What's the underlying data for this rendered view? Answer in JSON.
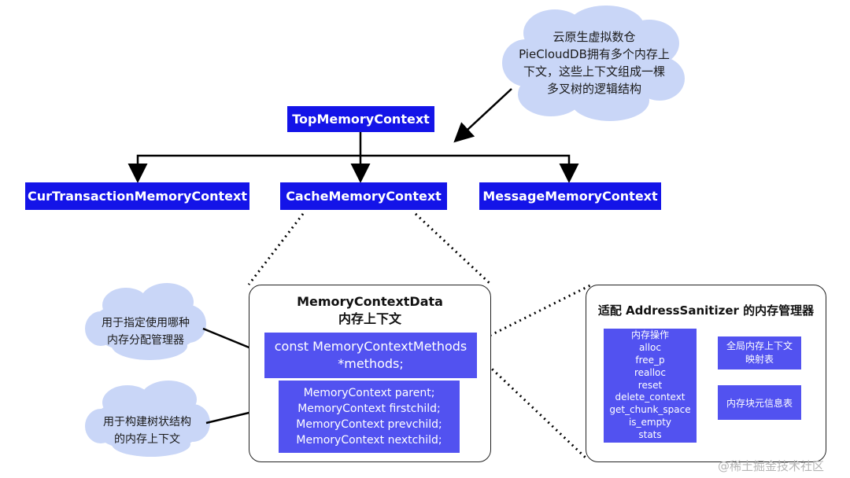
{
  "tree": {
    "root": "TopMemoryContext",
    "children": [
      "CurTransactionMemoryContext",
      "CacheMemoryContext",
      "MessageMemoryContext"
    ]
  },
  "top_cloud": {
    "lines": [
      "云原生虚拟数仓",
      "PieCloudDB拥有多个内存上",
      "下文，这些上下文组成一棵",
      "多叉树的逻辑结构"
    ]
  },
  "memory_context_data": {
    "title_lines": [
      "MemoryContextData",
      "内存上下文"
    ],
    "methods_lines": [
      "const MemoryContextMethods",
      "*methods;"
    ],
    "links_lines": [
      "MemoryContext parent;",
      "MemoryContext firstchild;",
      "MemoryContext prevchild;",
      "MemoryContext nextchild;"
    ]
  },
  "cloud_methods": {
    "lines": [
      "用于指定使用哪种",
      "内存分配管理器"
    ]
  },
  "cloud_tree": {
    "lines": [
      "用于构建树状结构",
      "的内存上下文"
    ]
  },
  "asan_panel": {
    "title": "适配 AddressSanitizer 的内存管理器",
    "ops_lines": [
      "内存操作",
      "alloc",
      "free_p",
      "realloc",
      "reset",
      "delete_context",
      "get_chunk_space",
      "is_empty",
      "stats"
    ],
    "global_map_lines": [
      "全局内存上下文",
      "映射表"
    ],
    "block_info": "内存块元信息表"
  },
  "watermark": "@稀土掘金技术社区",
  "colors": {
    "dark_box": "#1414e8",
    "light_box": "#5252f0",
    "cloud": "#c9d6f7"
  }
}
